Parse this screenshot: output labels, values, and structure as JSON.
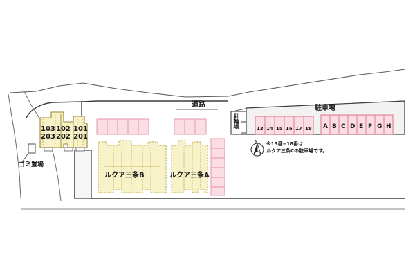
{
  "plan": {
    "title_labels": {
      "road": "道路",
      "parking_lot": "駐車場",
      "bicycle_parking": "駐輪場",
      "garbage_area": "ゴミ置場"
    },
    "colors": {
      "building_fill": "#f7f2c8",
      "building_stroke": "#b9a24a",
      "stall_fill": "#fbdde4",
      "stall_stroke": "#e98ea6",
      "parking_band_fill": "#f2f2f2",
      "outline": "#555555",
      "text": "#1a1a1a",
      "background": "#ffffff"
    },
    "north_building": {
      "name": "north-apartment-block",
      "units": [
        {
          "upper": "103",
          "lower": "203"
        },
        {
          "upper": "102",
          "lower": "202"
        },
        {
          "upper": "101",
          "lower": "201"
        }
      ]
    },
    "buildings": [
      {
        "label": "ルクア三条B"
      },
      {
        "label": "ルクア三条A"
      }
    ],
    "parking_rows": [
      {
        "name": "numbered-stalls",
        "stalls": [
          "13",
          "14",
          "15",
          "16",
          "17",
          "18"
        ]
      },
      {
        "name": "lettered-stalls",
        "stalls": [
          "A",
          "B",
          "C",
          "D",
          "E",
          "F",
          "G",
          "H"
        ]
      }
    ],
    "unlabeled_stall_groups": [
      {
        "name": "upper-left-stalls",
        "count": 5
      },
      {
        "name": "upper-mid-stalls",
        "count": 3
      },
      {
        "name": "right-vertical-stalls",
        "count": 6
      }
    ],
    "note": {
      "line1": "※13番−18番は",
      "line2": "ルクア三条Cの駐車場です。",
      "compass": "N"
    }
  }
}
